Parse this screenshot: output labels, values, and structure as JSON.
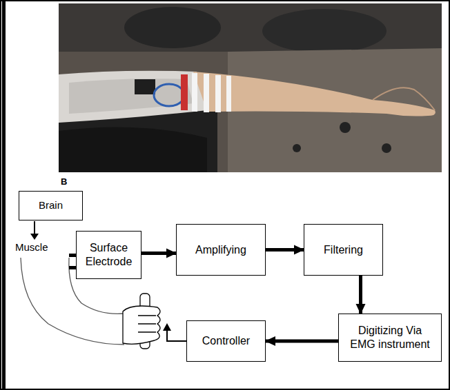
{
  "diagram": {
    "nodes": [
      {
        "text": [
          "Brain"
        ]
      },
      {
        "text": [
          "Surface Electrode"
        ]
      },
      {
        "text": [
          "Amplifying"
        ]
      },
      {
        "text": [
          "Filtering"
        ]
      },
      {
        "text": [
          "Digitizing Via EMG instrument"
        ]
      },
      {
        "text": [
          "Controller"
        ]
      }
    ],
    "edges": [
      {
        "from": 1,
        "to": 2,
        "arrow": "to"
      },
      {
        "from": 2,
        "to": 3,
        "arrow": "to"
      },
      {
        "from": 3,
        "to": 4,
        "arrow": "to"
      },
      {
        "from": 4,
        "to": 5,
        "arrow": "to"
      }
    ],
    "labels": [
      "B",
      "Muscle"
    ]
  }
}
